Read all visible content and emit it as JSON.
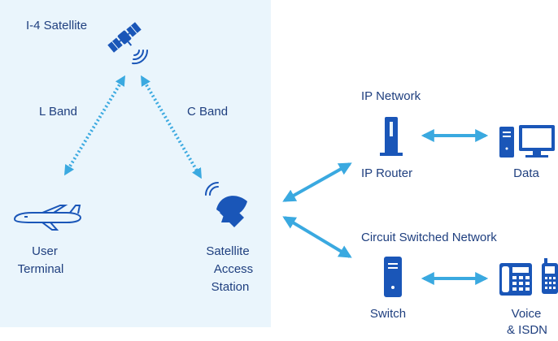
{
  "satellite": {
    "label": "I-4 Satellite"
  },
  "links": {
    "l_band": "L Band",
    "c_band": "C Band"
  },
  "user_terminal": {
    "line1": "User",
    "line2": "Terminal"
  },
  "access_station": {
    "line1": "Satellite",
    "line2": "Access",
    "line3": "Station"
  },
  "ip_network": {
    "title": "IP Network",
    "router_label": "IP Router",
    "data_label": "Data"
  },
  "circuit_network": {
    "title": "Circuit Switched Network",
    "switch_label": "Switch",
    "voice_line1": "Voice",
    "voice_line2": "& ISDN"
  },
  "colors": {
    "icon": "#1a56b8",
    "arrow": "#3aa9e0",
    "text": "#1f3f7f",
    "panel": "#eaf5fc"
  },
  "icons": [
    "satellite-icon",
    "airplane-icon",
    "satellite-dish-icon",
    "router-icon",
    "computer-icon",
    "server-switch-icon",
    "telephone-icon",
    "mobile-phone-icon"
  ]
}
